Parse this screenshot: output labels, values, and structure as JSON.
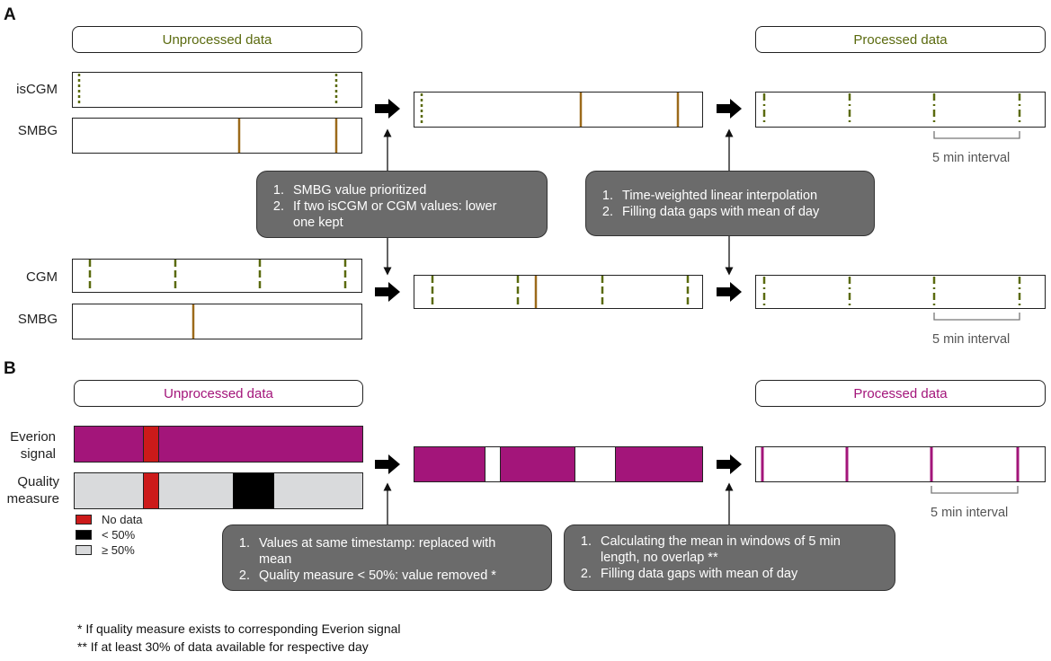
{
  "panel_a": {
    "letter": "A",
    "unprocessed_title": "Unprocessed data",
    "processed_title": "Processed data",
    "labels": {
      "iscgm": "isCGM",
      "smbg_top": "SMBG",
      "cgm": "CGM",
      "smbg_bottom": "SMBG"
    },
    "callout_left": [
      "SMBG value prioritized",
      "If two isCGM or CGM values: lower one kept"
    ],
    "callout_right": [
      "Time-weighted linear interpolation",
      "Filling data gaps with mean of day"
    ],
    "interval_label_top": "5 min interval",
    "interval_label_bottom": "5 min interval",
    "colors": {
      "green": "#5a6a0e",
      "brown": "#9c6a1a"
    }
  },
  "panel_b": {
    "letter": "B",
    "unprocessed_title": "Unprocessed data",
    "processed_title": "Processed data",
    "labels": {
      "everion_1": "Everion",
      "everion_2": "signal",
      "quality_1": "Quality",
      "quality_2": "measure"
    },
    "legend": [
      {
        "label": "No data",
        "color": "#cc1a1a"
      },
      {
        "label": "< 50%",
        "color": "#000000"
      },
      {
        "label": "≥ 50%",
        "color": "#d9dadc"
      }
    ],
    "callout_left": [
      "Values at same timestamp: replaced with mean",
      "Quality measure < 50%: value removed *"
    ],
    "callout_right": [
      "Calculating the mean in windows of 5 min length, no overlap **",
      "Filling data gaps with mean of day"
    ],
    "interval_label": "5 min interval",
    "colors": {
      "magenta": "#a3157a",
      "red": "#cc1a1a",
      "black": "#000000",
      "grey": "#d9dadc"
    }
  },
  "footnotes": [
    "* If quality measure exists to corresponding Everion signal",
    "** If at least 30% of data available for respective day"
  ]
}
